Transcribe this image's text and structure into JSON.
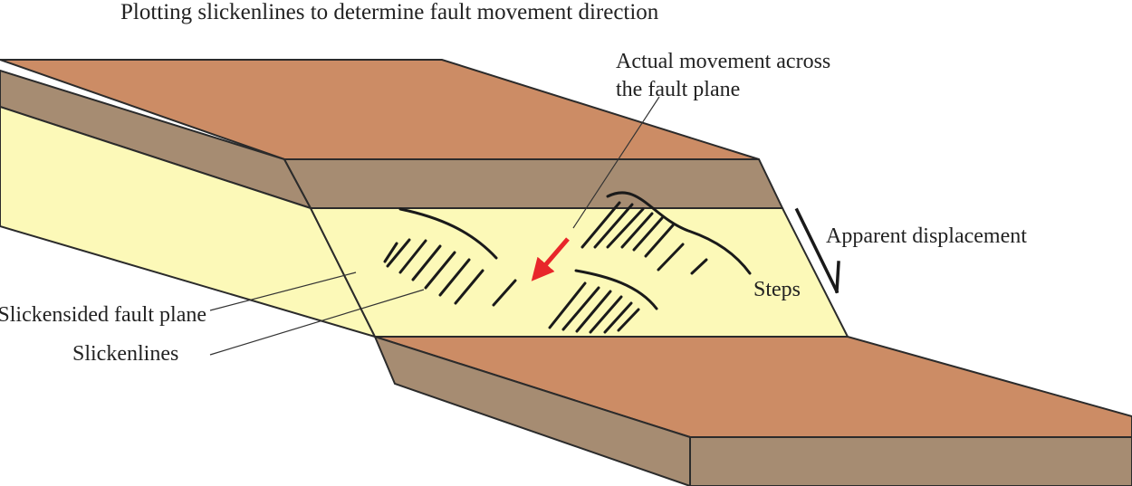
{
  "title": "Plotting slickenlines to determine fault movement direction",
  "labels": {
    "actual_movement_line1": "Actual movement across",
    "actual_movement_line2": "the fault plane",
    "apparent_displacement": "Apparent displacement",
    "steps": "Steps",
    "fault_plane": "Slickensided fault plane",
    "slickenlines": "Slickenlines"
  },
  "colors": {
    "top_surface": "#cc8c65",
    "side_face": "#a68c72",
    "fault_plane": "#fcf9b8",
    "outline": "#2b2b2b",
    "arrow": "#e8262a"
  }
}
